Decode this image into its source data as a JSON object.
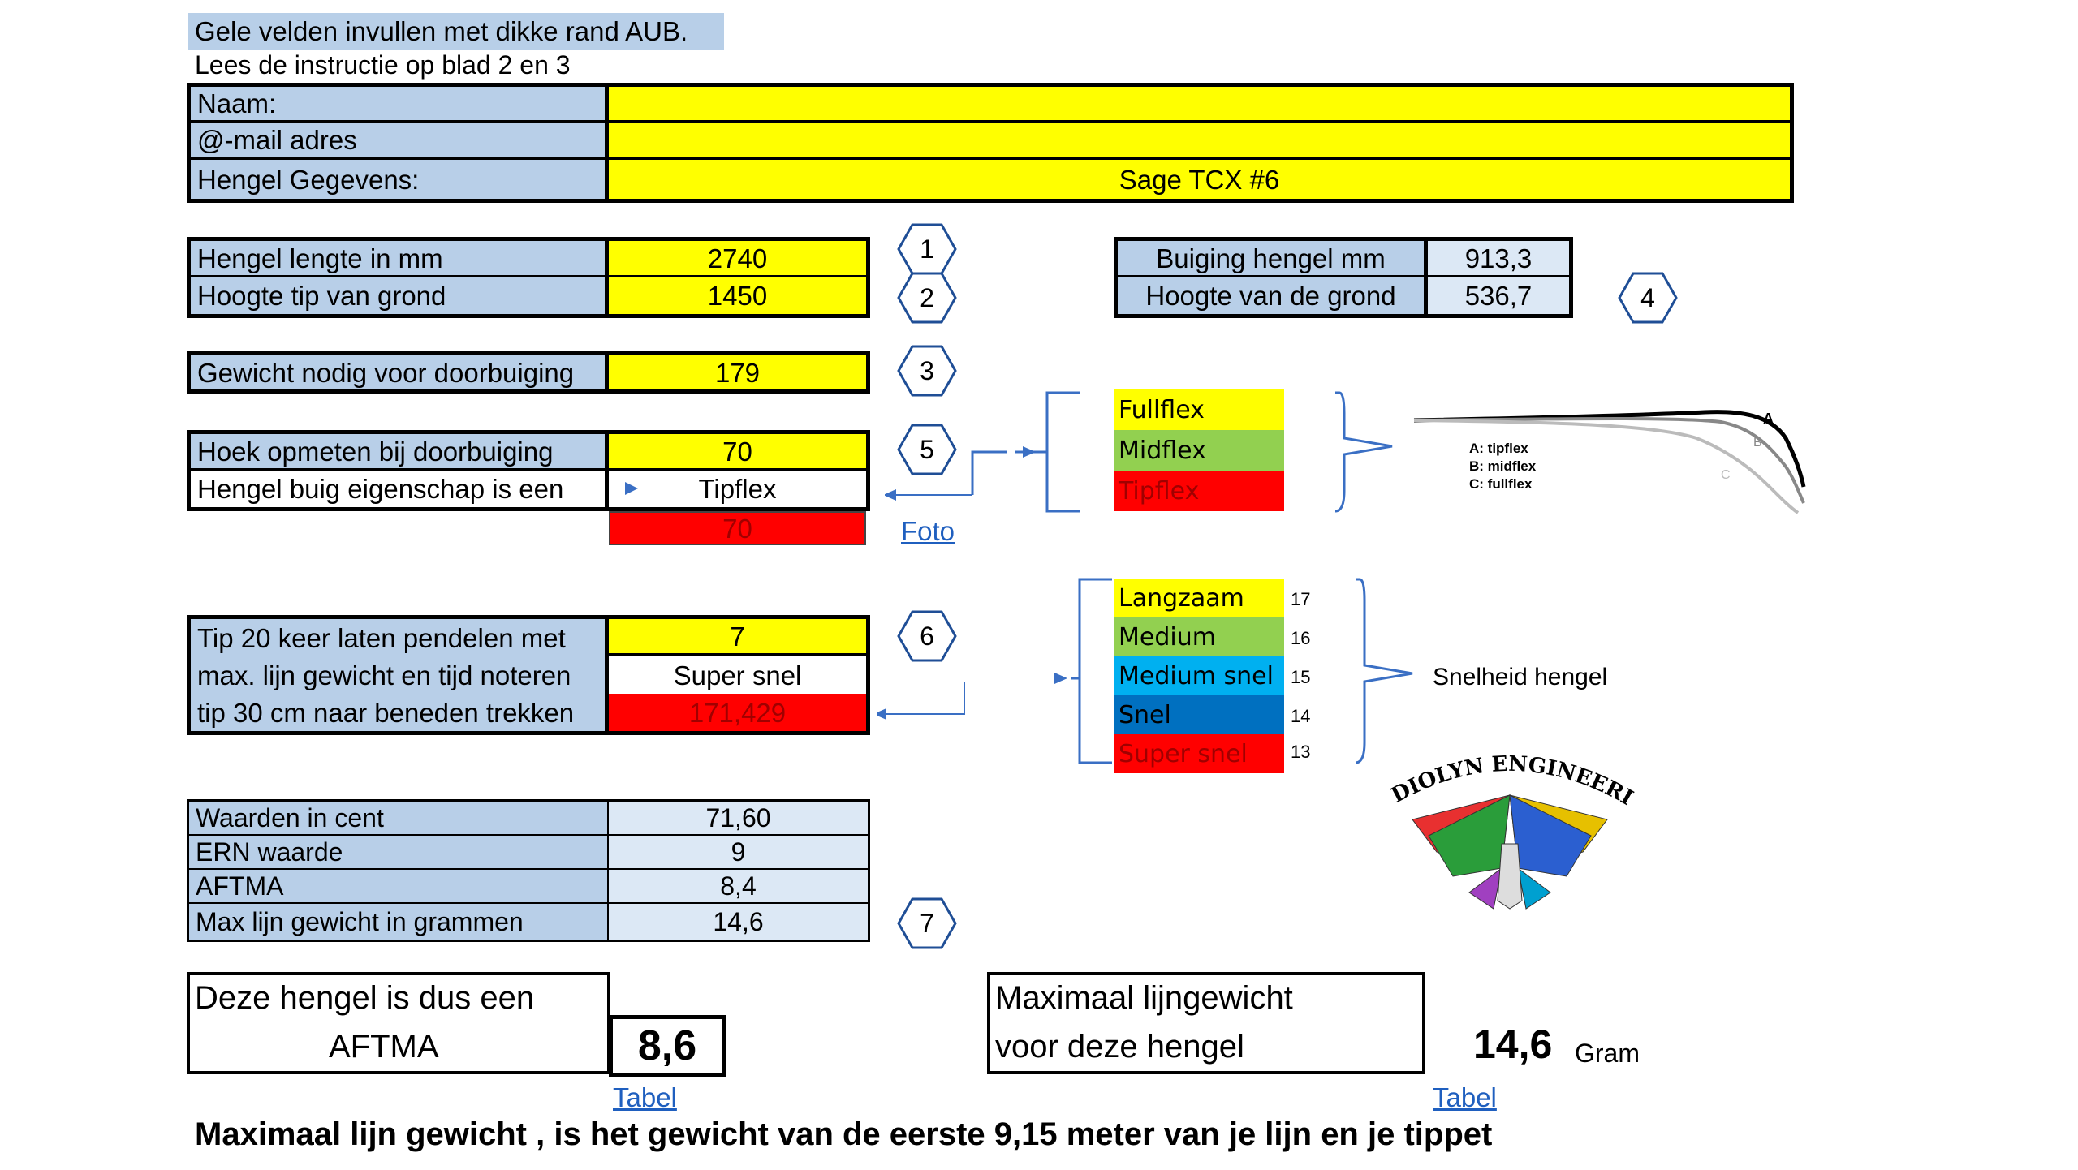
{
  "header": {
    "title": "Gele velden invullen met dikke rand AUB.",
    "subtitle": "Lees de instructie op blad 2 en 3"
  },
  "info": {
    "name_label": "Naam:",
    "name_value": "",
    "email_label": "@-mail adres",
    "email_value": "",
    "rod_label": "Hengel Gegevens:",
    "rod_value": "Sage TCX #6"
  },
  "measure": {
    "length_label": "Hengel lengte in mm",
    "length_value": "2740",
    "tip_label": "Hoogte tip van grond",
    "tip_value": "1450",
    "weight_label": "Gewicht nodig voor doorbuiging",
    "weight_value": "179",
    "angle_label": "Hoek opmeten bij doorbuiging",
    "angle_value": "70",
    "flex_label": "Hengel buig eigenschap is een",
    "flex_value": "Tipflex",
    "flex_calc": "70",
    "foto_link": "Foto"
  },
  "bend": {
    "bend_label": "Buiging hengel mm",
    "bend_value": "913,3",
    "height_label": "Hoogte van de grond",
    "height_value": "536,7"
  },
  "steps": [
    "1",
    "2",
    "3",
    "4",
    "5",
    "6",
    "7"
  ],
  "flex_types": [
    {
      "label": "Fullflex",
      "color": "#ffff00"
    },
    {
      "label": "Midflex",
      "color": "#92d050"
    },
    {
      "label": "Tipflex",
      "color": "#ff0000"
    }
  ],
  "flex_diagram": {
    "legend_a": "A: tipflex",
    "legend_b": "B: midflex",
    "legend_c": "C: fullflex",
    "mark_a": "A",
    "mark_b": "B",
    "mark_c": "C"
  },
  "pendel": {
    "line1": "Tip 20 keer laten pendelen met",
    "line2": "max. lijn gewicht en tijd noteren",
    "line3": "tip 30 cm naar beneden trekken",
    "count_value": "7",
    "speed_value": "Super snel",
    "calc_value": "171,429"
  },
  "speeds": [
    {
      "label": "Langzaam",
      "num": "17",
      "color": "#ffff00"
    },
    {
      "label": "Medium",
      "num": "16",
      "color": "#92d050"
    },
    {
      "label": "Medium snel",
      "num": "15",
      "color": "#00b0f0"
    },
    {
      "label": "Snel",
      "num": "14",
      "color": "#0070c0"
    },
    {
      "label": "Super snel",
      "num": "13",
      "color": "#ff0000"
    }
  ],
  "speed_caption": "Snelheid hengel",
  "logo_text": "DIOLYN ENGINEERING",
  "results": {
    "cent_label": "Waarden in cent",
    "cent_value": "71,60",
    "ern_label": "ERN waarde",
    "ern_value": "9",
    "aftma_label": "AFTMA",
    "aftma_value": "8,4",
    "max_label": "Max lijn gewicht in grammen",
    "max_value": "14,6"
  },
  "summary": {
    "box1_line1": "Deze hengel is dus een",
    "box1_line2": "AFTMA",
    "aftma_big": "8,6",
    "tabel_link": "Tabel",
    "box2_line1": "Maximaal lijngewicht",
    "box2_line2": "voor deze hengel",
    "max_big": "14,6",
    "unit": "Gram"
  },
  "footer": "Maximaal lijn gewicht , is het gewicht van de eerste 9,15 meter van je lijn en je  tippet"
}
